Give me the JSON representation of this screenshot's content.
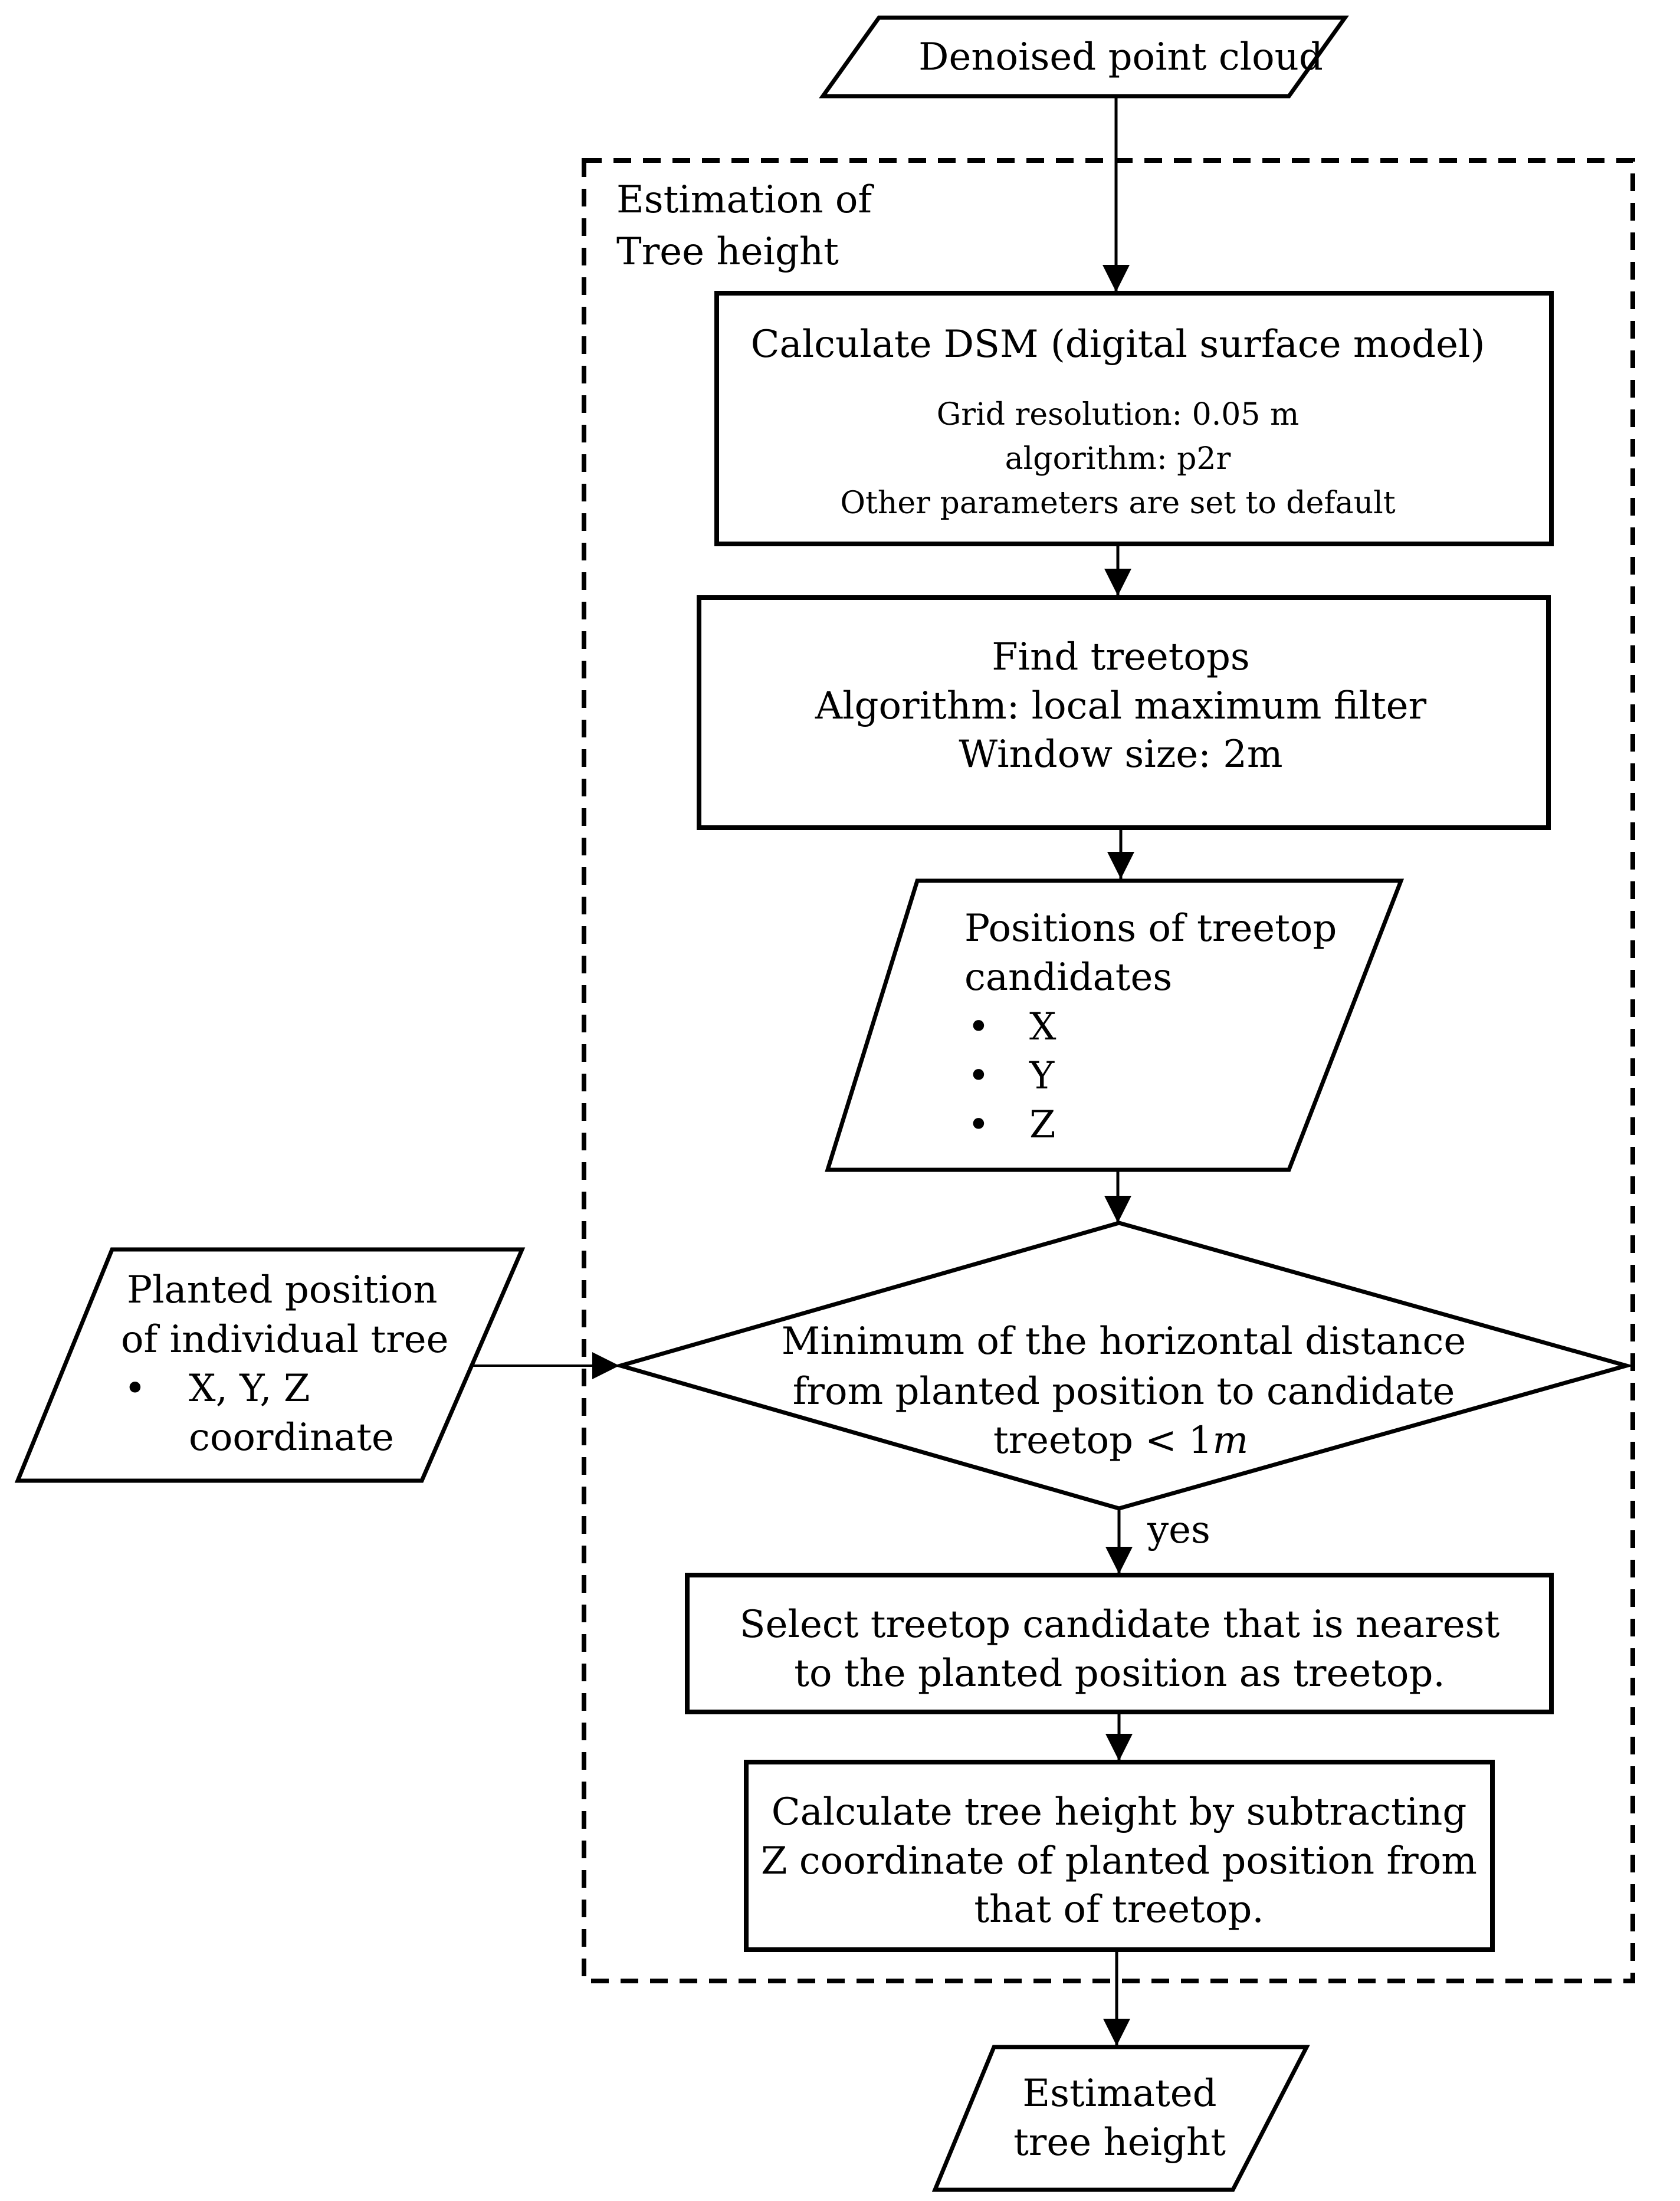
{
  "input": {
    "label": "Denoised point cloud"
  },
  "group": {
    "title_lines": [
      "Estimation of",
      "Tree height"
    ]
  },
  "dsm": {
    "title": "Calculate DSM (digital surface model)",
    "params": [
      "Grid resolution: 0.05 m",
      "algorithm: p2r",
      "Other parameters are set to default"
    ]
  },
  "find_treetops": {
    "lines": [
      "Find treetops",
      "Algorithm: local maximum filter",
      "Window size: 2m"
    ]
  },
  "candidates": {
    "title_lines": [
      "Positions of treetop",
      "candidates"
    ],
    "bullet": "•",
    "items": [
      "X",
      "Y",
      "Z"
    ]
  },
  "planted": {
    "lines": [
      "Planted position",
      "of individual tree"
    ],
    "bullet": "•",
    "item_lines": [
      "X, Y, Z",
      "coordinate"
    ]
  },
  "decision": {
    "lines": [
      "Minimum of the horizontal distance",
      "from planted position to candidate"
    ],
    "last_line_text": "treetop",
    "last_line_op": "<",
    "last_line_value": "1",
    "last_line_unit": "m",
    "yes_label": "yes"
  },
  "select": {
    "lines": [
      "Select treetop candidate that is nearest",
      "to the planted position as treetop."
    ]
  },
  "calculate_height": {
    "lines": [
      "Calculate tree height by subtracting",
      "Z coordinate of planted position from",
      "that of treetop."
    ]
  },
  "output": {
    "lines": [
      "Estimated",
      "tree height"
    ]
  }
}
